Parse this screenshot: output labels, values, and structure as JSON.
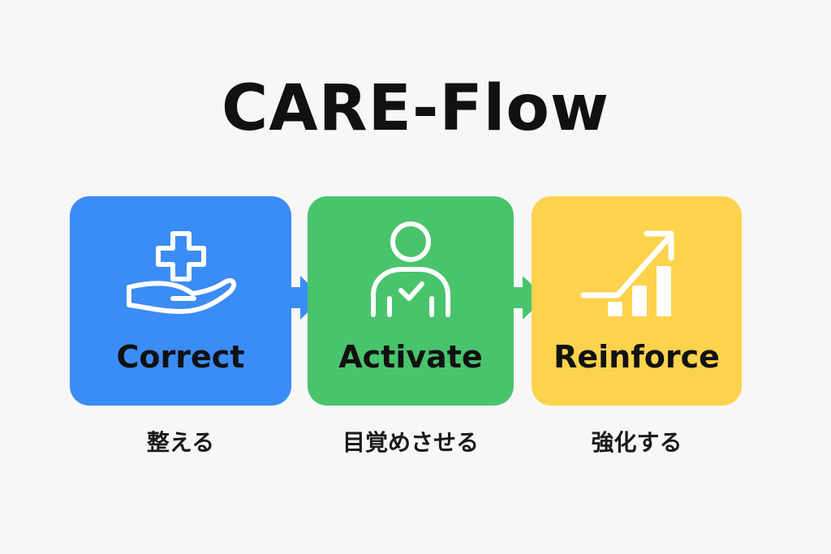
{
  "title": "CARE-Flow",
  "steps": [
    {
      "label": "Correct",
      "subtitle": "整える",
      "color": "#3b8cf5",
      "icon": "hand-with-medical-cross-icon"
    },
    {
      "label": "Activate",
      "subtitle": "目覚めさせる",
      "color": "#49c46d",
      "icon": "person-with-checkmark-icon"
    },
    {
      "label": "Reinforce",
      "subtitle": "強化する",
      "color": "#fdd24c",
      "icon": "growth-bar-chart-icon"
    }
  ],
  "connectors": [
    {
      "from": "Correct",
      "to": "Activate",
      "color": "#3b8cf5",
      "icon": "arrow-right-icon"
    },
    {
      "from": "Activate",
      "to": "Reinforce",
      "color": "#49c46d",
      "icon": "arrow-right-icon"
    }
  ]
}
